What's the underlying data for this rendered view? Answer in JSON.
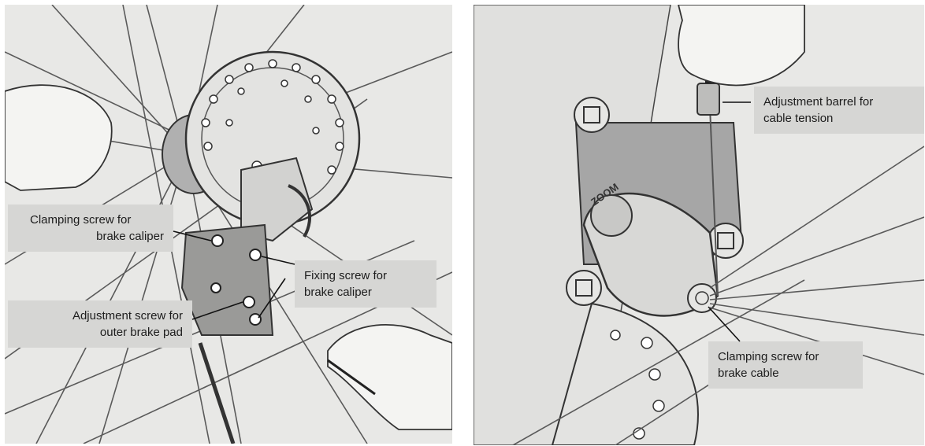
{
  "left_panel": {
    "callouts": {
      "clamping_caliper": {
        "line1": "Clamping screw for",
        "line2": "brake caliper"
      },
      "adjustment_pad": {
        "line1": "Adjustment screw for",
        "line2": "outer brake pad"
      },
      "fixing_caliper": {
        "line1": "Fixing screw for",
        "line2": "brake caliper"
      }
    }
  },
  "right_panel": {
    "brand_mark": "ZOOM",
    "callouts": {
      "barrel": {
        "line1": "Adjustment barrel for",
        "line2": "cable tension"
      },
      "clamping_cable": {
        "line1": "Clamping screw for",
        "line2": "brake cable"
      }
    }
  },
  "colors": {
    "panel_bg": "#e8e8e6",
    "callout_bg": "#d6d6d4",
    "line_art": "#3a3a3a",
    "shadow": "#a6a6a6"
  }
}
